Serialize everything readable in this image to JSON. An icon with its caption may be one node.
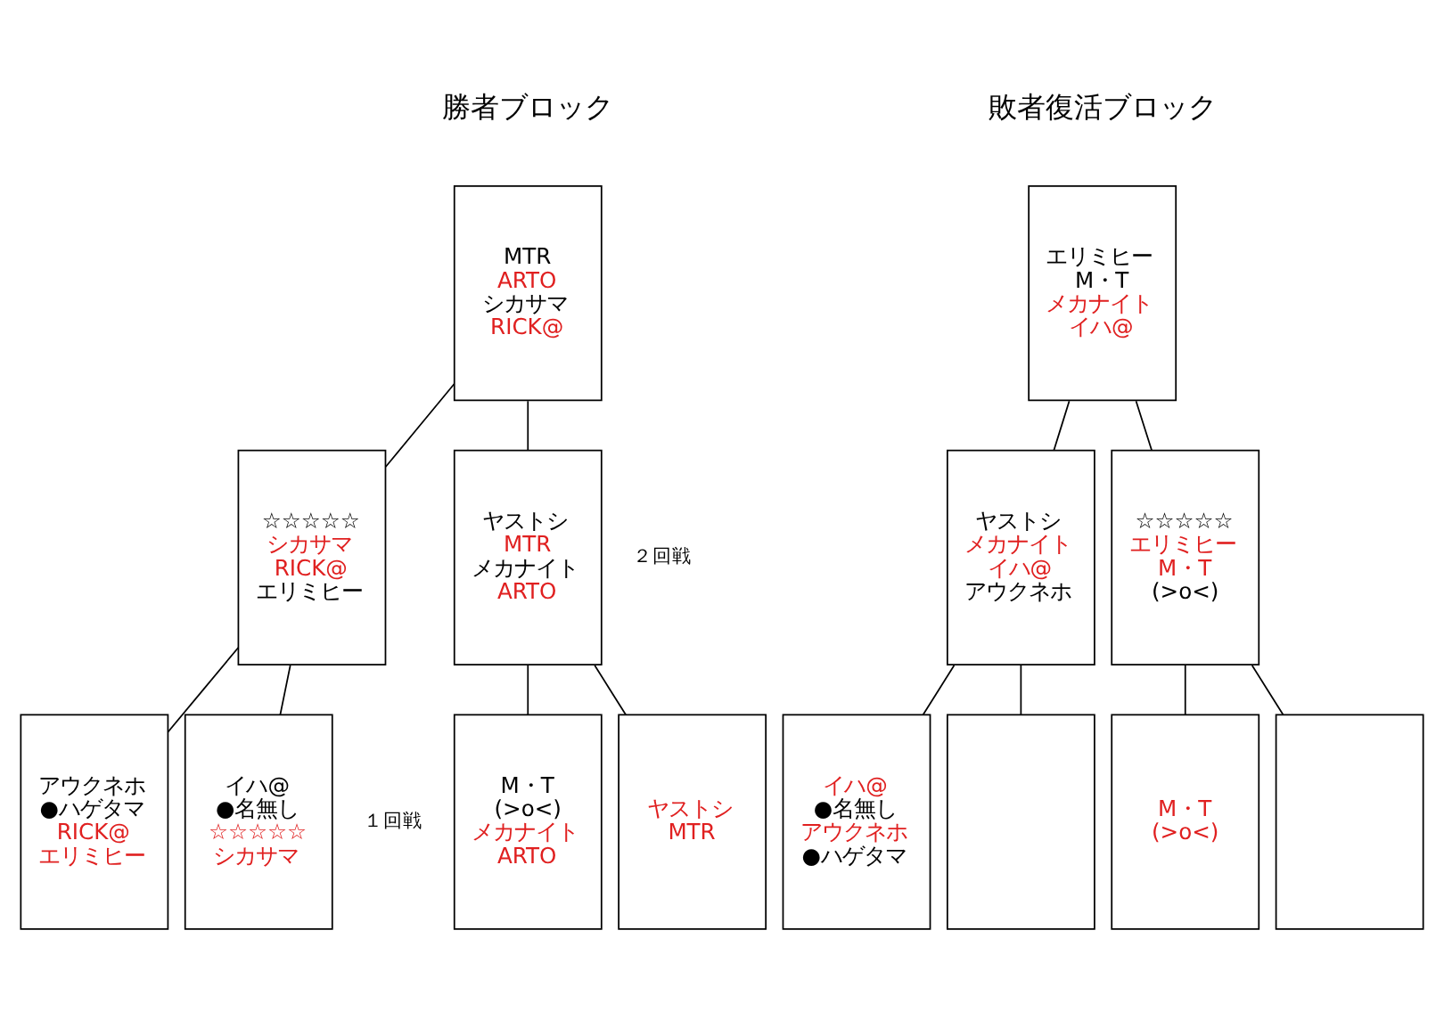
{
  "diagram": {
    "nodes": [
      {
        "text": [
          "MTR",
          "ARTO",
          "シカサマ",
          "RICK@"
        ]
      },
      {
        "text": [
          "エリミヒー",
          "M・T",
          "メカナイト",
          "イハ@"
        ]
      },
      {
        "text": [
          "☆☆☆☆☆",
          "シカサマ",
          "RICK@",
          "エリミヒー"
        ]
      },
      {
        "text": [
          "ヤストシ",
          "MTR",
          "メカナイト",
          "ARTO"
        ]
      },
      {
        "text": [
          "ヤストシ",
          "メカナイト",
          "イハ@",
          "アウクネホ"
        ]
      },
      {
        "text": [
          "☆☆☆☆☆",
          "エリミヒー",
          "M・T",
          "(>o<)"
        ]
      },
      {
        "text": [
          "アウクネホ",
          "●ハゲタマ",
          "RICK@",
          "エリミヒー"
        ]
      },
      {
        "text": [
          "イハ@",
          "●名無し",
          "☆☆☆☆☆",
          "シカサマ"
        ]
      },
      {
        "text": [
          "M・T",
          "(>o<)",
          "メカナイト",
          "ARTO"
        ]
      },
      {
        "text": [
          "ヤストシ",
          "MTR"
        ]
      },
      {
        "text": [
          "イハ@",
          "●名無し",
          "アウクネホ",
          "●ハゲタマ"
        ]
      },
      {
        "text": [],
        "shape": "box"
      },
      {
        "text": [
          "M・T",
          "(>o<)"
        ]
      },
      {
        "text": [],
        "shape": "box"
      }
    ],
    "edges": [
      {
        "from": 0,
        "to": 2,
        "arrow": "none"
      },
      {
        "from": 0,
        "to": 3,
        "arrow": "none"
      },
      {
        "from": 1,
        "to": 4,
        "arrow": "none"
      },
      {
        "from": 1,
        "to": 5,
        "arrow": "none"
      },
      {
        "from": 2,
        "to": 6,
        "arrow": "none"
      },
      {
        "from": 2,
        "to": 7,
        "arrow": "none"
      },
      {
        "from": 3,
        "to": 8,
        "arrow": "none"
      },
      {
        "from": 3,
        "to": 9,
        "arrow": "none"
      },
      {
        "from": 4,
        "to": 10,
        "arrow": "none"
      },
      {
        "from": 4,
        "to": 11,
        "arrow": "none"
      },
      {
        "from": 5,
        "to": 12,
        "arrow": "none"
      },
      {
        "from": 5,
        "to": 13,
        "arrow": "none"
      }
    ],
    "labels": [
      "勝者ブロック",
      "敗者復活ブロック",
      "２回戦",
      "１回戦"
    ]
  }
}
